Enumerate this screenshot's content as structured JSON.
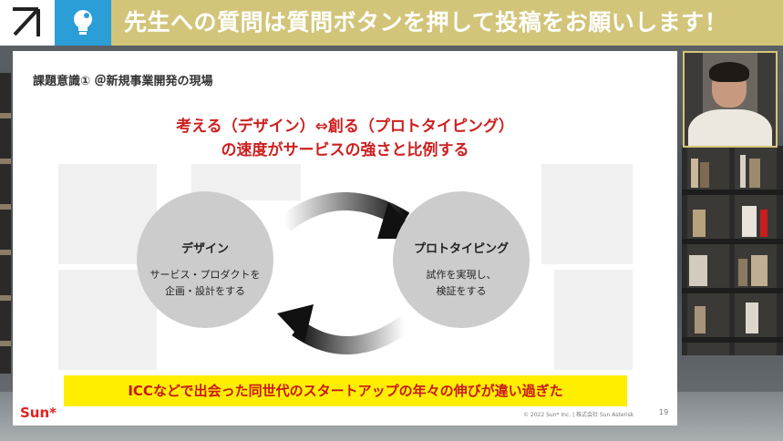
{
  "banner": {
    "text": "先生への質問は質問ボタンを押して投稿をお願いします！",
    "logo_icon": "slash-logo-icon",
    "bulb_icon": "lightbulb-icon",
    "background": "#d2c57a",
    "bulb_box_color": "#2b9ed8"
  },
  "slide": {
    "heading": "課題意識① ＠新規事業開発の現場",
    "lead_line1": "考える（デザイン）⇔創る（プロトタイピング）",
    "lead_line2": "の速度がサービスの強さと比例する",
    "left_circle": {
      "title": "デザイン",
      "desc_line1": "サービス・プロダクトを",
      "desc_line2": "企画・設計をする"
    },
    "right_circle": {
      "title": "プロトタイピング",
      "desc_line1": "試作を実現し、",
      "desc_line2": "検証をする"
    },
    "highlight": "ICCなどで出会った同世代のスタートアップの年々の伸びが違い過ぎた",
    "brand": "Sun*",
    "copyright": "© 2022 Sun* Inc.  |  株式会社 Sun Asterisk",
    "page_number": "19",
    "accent_red": "#cc2020",
    "highlight_yellow": "#ffee00"
  },
  "webcam": {
    "label": "presenter-video"
  }
}
